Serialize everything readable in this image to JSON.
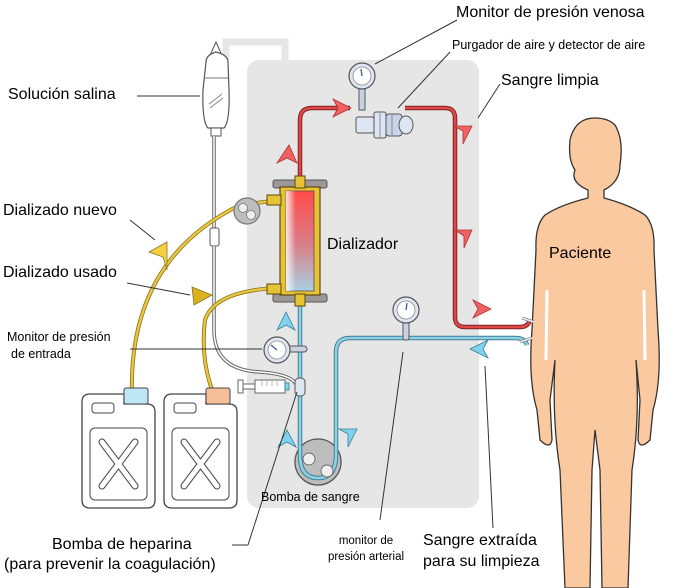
{
  "title": "Diagrama del circuito de hemodiálisis",
  "labels": {
    "monitor_presion_venosa": "Monitor de presión venosa",
    "purgador_aire": "Purgador de aire y detector de aire",
    "sangre_limpia": "Sangre limpia",
    "solucion_salina": "Solución salina",
    "dializado_nuevo": "Dializado nuevo",
    "dializado_usado": "Dializado usado",
    "dializador": "Dializador",
    "paciente": "Paciente",
    "monitor_presion_entrada_1": "Monitor de presión",
    "monitor_presion_entrada_2": "de entrada",
    "bomba_sangre": "Bomba de sangre",
    "bomba_heparina_1": "Bomba de heparina",
    "bomba_heparina_2": "(para prevenir la coagulación)",
    "monitor_arterial_1": "monitor de",
    "monitor_arterial_2": "presión arterial",
    "sangre_extraida_1": "Sangre extraída",
    "sangre_extraida_2": "para su limpieza"
  },
  "colors": {
    "machine_panel": "#e6e6e6",
    "clean_blood": "#e04848",
    "clean_blood_arrow": "#f26161",
    "dirty_blood": "#8fd0e6",
    "dirty_blood_arrow": "#7fd3ee",
    "dialysate": "#e8c43a",
    "dialysate_arrow_new": "#f5cf3f",
    "dialysate_arrow_used": "#d9b21e",
    "skin": "#fbc9a0",
    "gauge": "#dfe6f3",
    "cap_new": "#bfe6f5",
    "cap_used": "#f7bf98"
  }
}
